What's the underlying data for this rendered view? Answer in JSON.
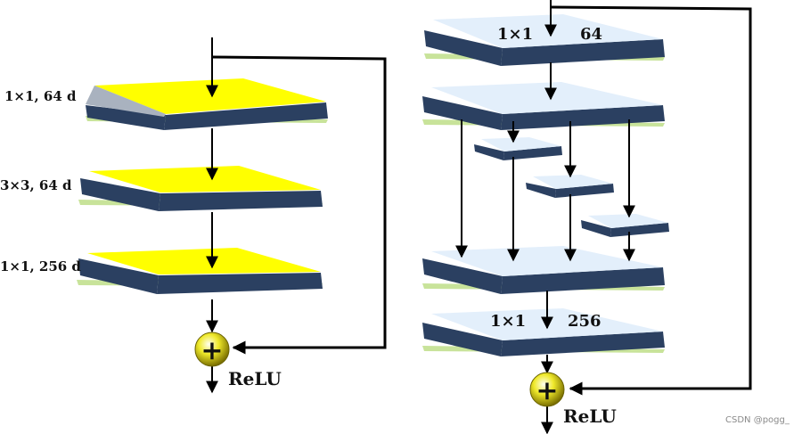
{
  "colors": {
    "layer_yellow": "#ffff00",
    "layer_light_blue": "#e3effb",
    "layer_edge_dark": "#2b4061",
    "layer_glow": "#c8e39a",
    "arrow": "#000000",
    "adder_fill": "#e8e41a"
  },
  "left_block": {
    "layers": [
      {
        "label": "1×1, 64 d"
      },
      {
        "label": "3×3, 64 d"
      },
      {
        "label": "1×1, 256 d"
      }
    ],
    "adder_symbol": "+",
    "activation": "ReLU"
  },
  "right_block": {
    "top_layer": {
      "kernel": "1×1",
      "channels": "64"
    },
    "bottom_layer": {
      "kernel": "1×1",
      "channels": "256"
    },
    "adder_symbol": "+",
    "activation": "ReLU"
  },
  "watermark": "CSDN @pogg_"
}
